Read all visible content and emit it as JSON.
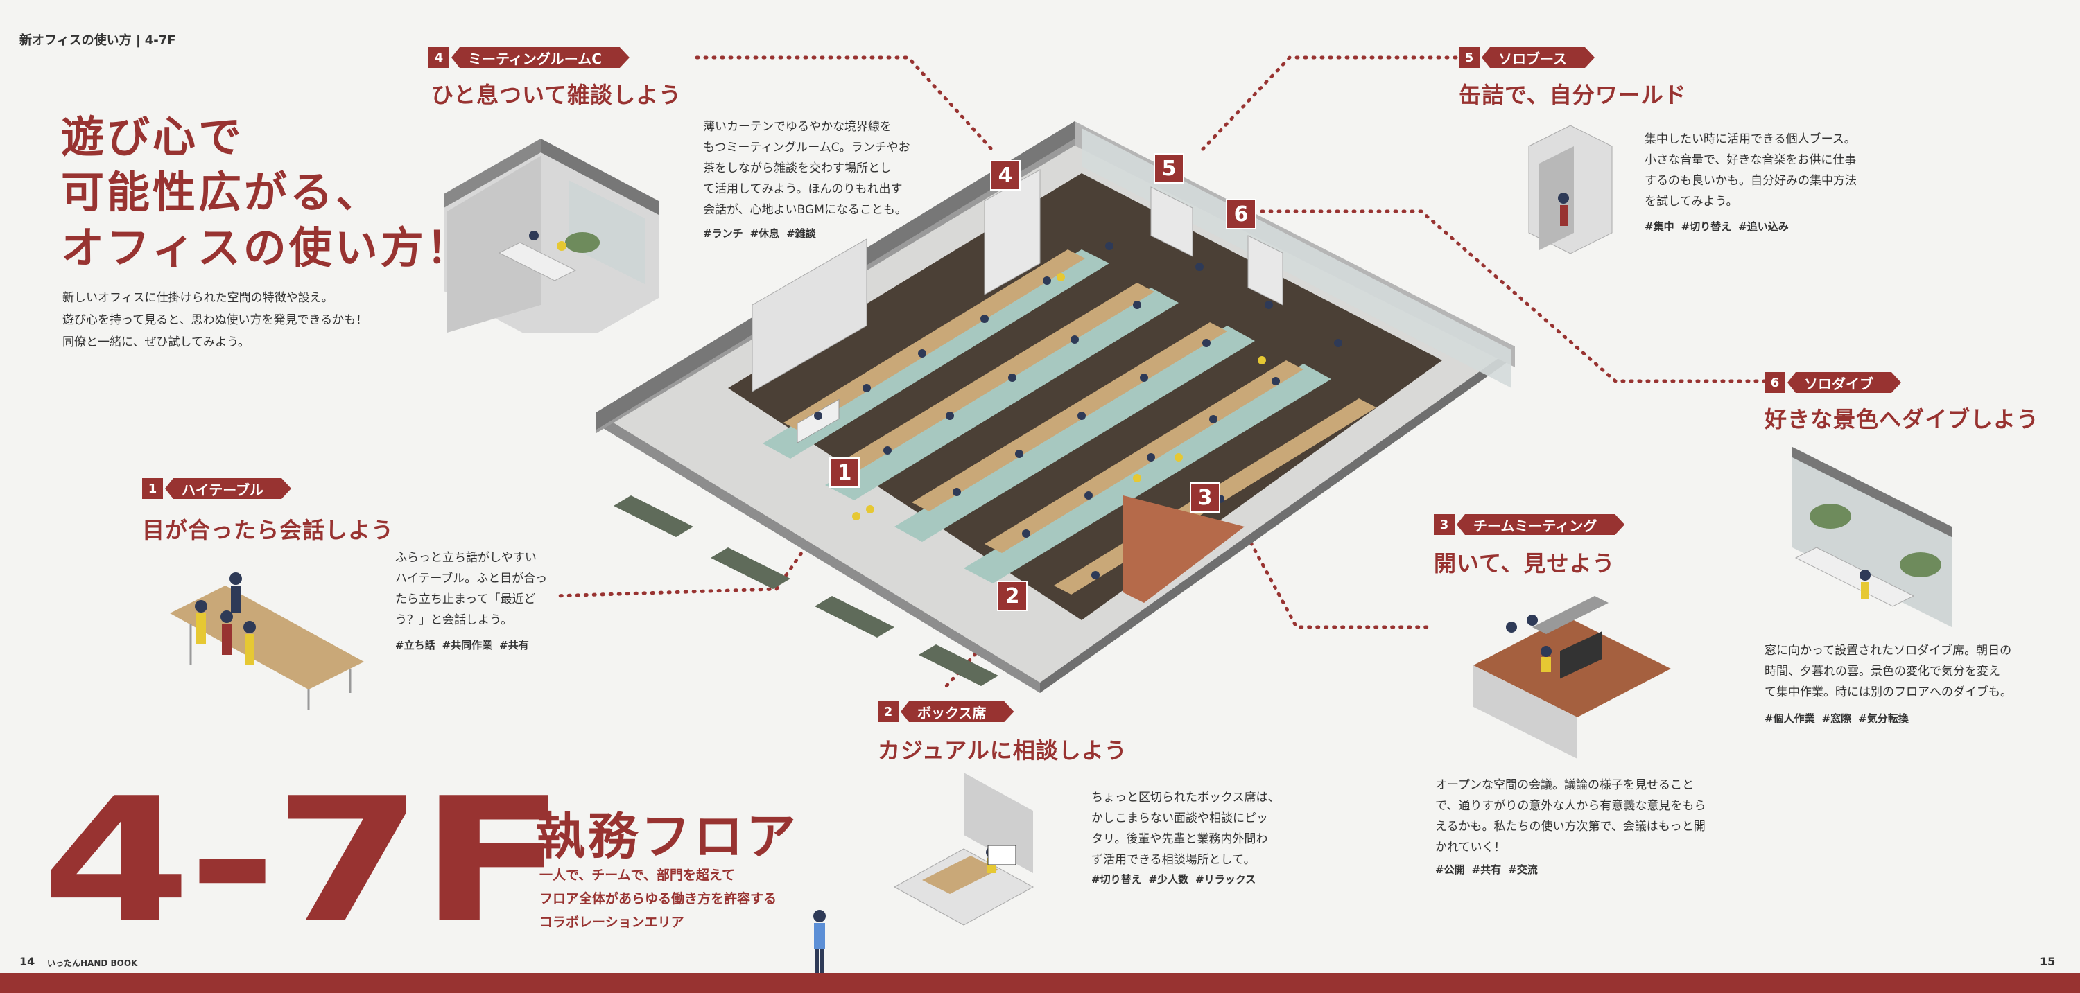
{
  "header": {
    "page_label": "新オフィスの使い方 | 4-7F"
  },
  "hero": {
    "lines": [
      "遊び心で",
      "可能性広がる、",
      "オフィスの使い方！"
    ]
  },
  "intro": {
    "lines": [
      "新しいオフィスに仕掛けられた空間の特徴や設え。",
      "遊び心を持って見ると、思わぬ使い方を発見できるかも！",
      "同僚と一緒に、ぜひ試してみよう。"
    ]
  },
  "sections": {
    "s1": {
      "num": "1",
      "label": "ハイテーブル",
      "headline": "目が合ったら会話しよう",
      "body": [
        "ふらっと立ち話がしやすい",
        "ハイテーブル。ふと目が合っ",
        "たら立ち止まって「最近ど",
        "う？」と会話しよう。"
      ],
      "tags": [
        "#立ち話",
        "#共同作業",
        "#共有"
      ]
    },
    "s2": {
      "num": "2",
      "label": "ボックス席",
      "headline": "カジュアルに相談しよう",
      "body": [
        "ちょっと区切られたボックス席は、",
        "かしこまらない面談や相談にピッ",
        "タリ。後輩や先輩と業務内外問わ",
        "ず活用できる相談場所として。"
      ],
      "tags": [
        "#切り替え",
        "#少人数",
        "#リラックス"
      ]
    },
    "s3": {
      "num": "3",
      "label": "チームミーティング",
      "headline": "開いて、見せよう",
      "body": [
        "オープンな空間の会議。議論の様子を見せること",
        "で、通りすがりの意外な人から有意義な意見をもら",
        "えるかも。私たちの使い方次第で、会議はもっと開",
        "かれていく！"
      ],
      "tags": [
        "#公開",
        "#共有",
        "#交流"
      ]
    },
    "s4": {
      "num": "4",
      "label": "ミーティングルームC",
      "headline": "ひと息ついて雑談しよう",
      "body": [
        "薄いカーテンでゆるやかな境界線を",
        "もつミーティングルームC。ランチやお",
        "茶をしながら雑談を交わす場所とし",
        "て活用してみよう。ほんのりもれ出す",
        "会話が、心地よいBGMになることも。"
      ],
      "tags": [
        "#ランチ",
        "#休息",
        "#雑談"
      ]
    },
    "s5": {
      "num": "5",
      "label": "ソロブース",
      "headline": "缶詰で、自分ワールド",
      "body": [
        "集中したい時に活用できる個人ブース。",
        "小さな音量で、好きな音楽をお供に仕事",
        "するのも良いかも。自分好みの集中方法",
        "を試してみよう。"
      ],
      "tags": [
        "#集中",
        "#切り替え",
        "#追い込み"
      ]
    },
    "s6": {
      "num": "6",
      "label": "ソロダイブ",
      "headline": "好きな景色へダイブしよう",
      "body": [
        "窓に向かって設置されたソロダイブ席。朝日の",
        "時間、夕暮れの雲。景色の変化で気分を変え",
        "て集中作業。時には別のフロアへのダイブも。"
      ],
      "tags": [
        "#個人作業",
        "#窓際",
        "#気分転換"
      ]
    }
  },
  "map_pins": [
    "1",
    "2",
    "3",
    "4",
    "5",
    "6"
  ],
  "floor": {
    "big": "4-7F",
    "title": "執務フロア",
    "sub": [
      "一人で、チームで、部門を超えて",
      "フロア全体があらゆる働き方を許容する",
      "コラボレーションエリア"
    ]
  },
  "footer": {
    "left_page": "14",
    "book": "いったんHAND BOOK",
    "right_page": "15"
  },
  "colors": {
    "accent": "#983331",
    "floor_dark": "#4a3f35",
    "floor_mint": "#a9c9c1",
    "desk": "#c9a878",
    "wall": "#c8c8c8"
  }
}
